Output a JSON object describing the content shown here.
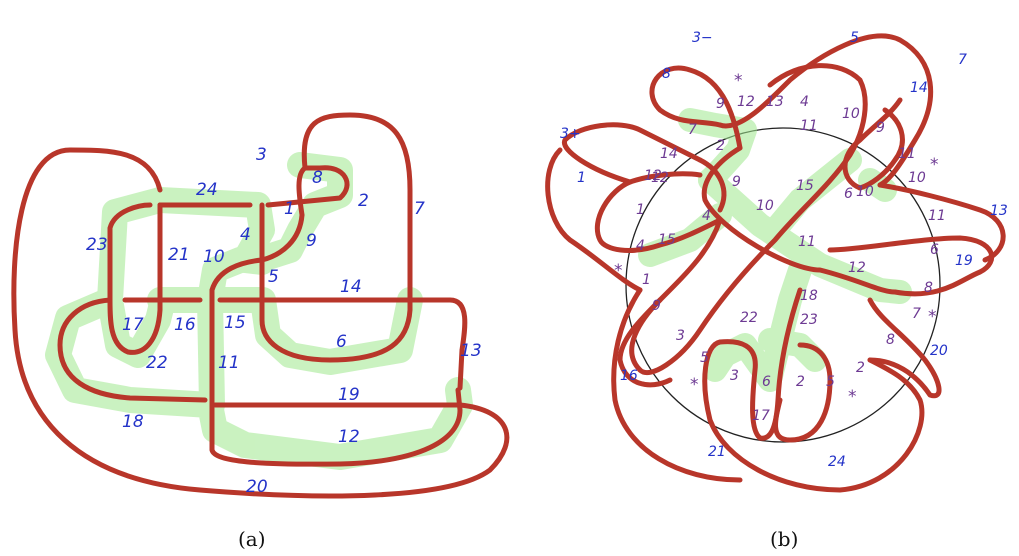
{
  "colors": {
    "strand": "#b8362a",
    "highlight": "#9fe88e",
    "blue_label": "#2433c8",
    "purple_label": "#6d3a93",
    "circle": "#222222"
  },
  "captions": {
    "a": "(a)",
    "b": "(b)"
  },
  "diagram_a": {
    "labels": [
      "24",
      "3",
      "1",
      "8",
      "2",
      "7",
      "23",
      "21",
      "4",
      "9",
      "10",
      "5",
      "14",
      "17",
      "16",
      "15",
      "22",
      "6",
      "13",
      "11",
      "19",
      "18",
      "12",
      "20"
    ]
  },
  "diagram_b": {
    "outer_labels": [
      "3−",
      "5",
      "7",
      "8",
      "14",
      "3+",
      "1",
      "13",
      "19",
      "20",
      "16",
      "21",
      "24"
    ],
    "crossing_labels": [
      "12",
      "13",
      "4",
      "10",
      "9",
      "7",
      "2",
      "11",
      "14",
      "12",
      "10",
      "9",
      "15",
      "6",
      "1",
      "4",
      "10",
      "11",
      "11",
      "6",
      "1",
      "12",
      "8",
      "9",
      "7",
      "3",
      "22",
      "23",
      "8",
      "5",
      "3",
      "6",
      "2",
      "5",
      "2",
      "17"
    ],
    "center_labels": [
      "9",
      "10",
      "15",
      "11",
      "4",
      "12",
      "18"
    ],
    "star": "*"
  }
}
